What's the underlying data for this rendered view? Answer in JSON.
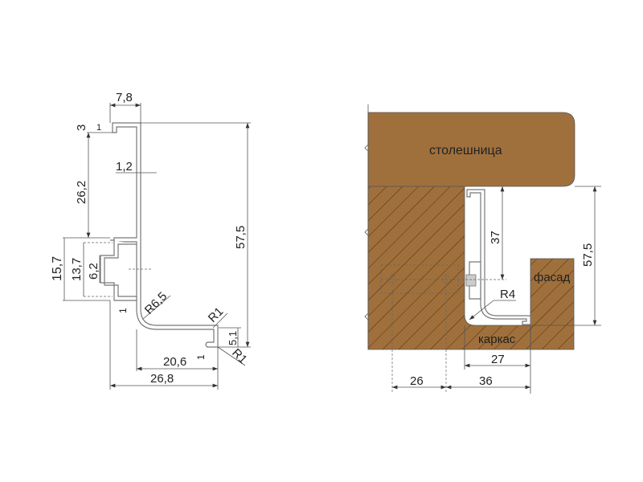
{
  "left_drawing": {
    "dimensions": [
      "7,8",
      "3",
      "1",
      "1,2",
      "26,2",
      "15,7",
      "13,7",
      "6,2",
      "1",
      "R6,5",
      "R1",
      "5,1",
      "R1",
      "1",
      "20,6",
      "26,8",
      "57,5"
    ]
  },
  "right_drawing": {
    "labels": {
      "countertop": "столешница",
      "facade": "фасад",
      "carcass": "каркас"
    },
    "dimensions": {
      "gap_height": "37",
      "profile_height": "57,5",
      "radius": "R4",
      "inner_width": "27",
      "hole_spacing": "26",
      "offset": "36"
    }
  },
  "colors": {
    "wood": "#a0703c",
    "line": "#555555"
  }
}
